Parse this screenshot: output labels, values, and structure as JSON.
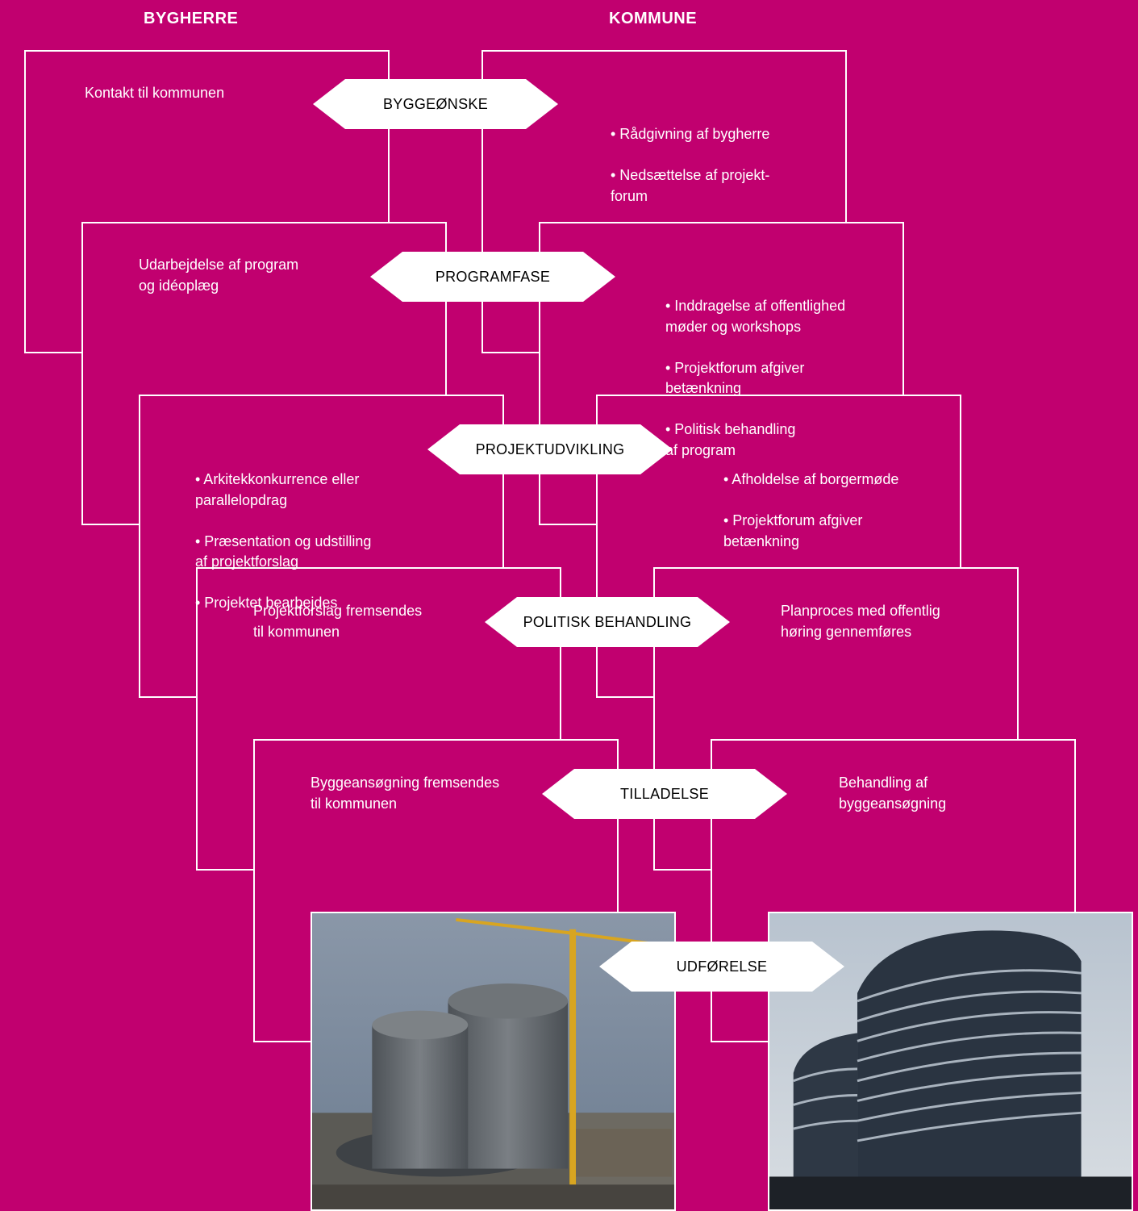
{
  "headers": {
    "left": "BYGHERRE",
    "right": "KOMMUNE"
  },
  "phases": [
    {
      "name": "BYGGEØNSKE",
      "left_text": "Kontakt til kommunen",
      "right_items": [
        "• Rådgivning af bygherre",
        "• Nedsættelse af projekt-\n  forum"
      ]
    },
    {
      "name": "PROGRAMFASE",
      "left_text": "Udarbejdelse af program\nog idéoplæg",
      "right_items": [
        "• Inddragelse af offentlighed\n  møder og workshops",
        "• Projektforum afgiver\n  betænkning",
        "• Politisk behandling\n  af program"
      ]
    },
    {
      "name": "PROJEKTUDVIKLING",
      "left_items": [
        "• Arkitekkonkurrence eller\n  parallelopdrag",
        "• Præsentation og udstilling\n  af projektforslag",
        "• Projektet bearbejdes"
      ],
      "right_items": [
        "• Afholdelse af borgermøde",
        "• Projektforum afgiver\n  betænkning"
      ]
    },
    {
      "name": "POLITISK BEHANDLING",
      "left_text": "Projektforslag fremsendes\ntil kommunen",
      "right_text": "Planproces med offentlig\nhøring gennemføres"
    },
    {
      "name": "TILLADELSE",
      "left_text": "Byggeansøgning fremsendes\ntil kommunen",
      "right_text": "Behandling af\nbyggeansøgning"
    },
    {
      "name": "UDFØRELSE"
    }
  ],
  "colors": {
    "background": "#c1006f",
    "line": "#ffffff",
    "label_bg": "#ffffff",
    "label_text": "#000000"
  },
  "images": {
    "left": "construction-site-photo",
    "right": "finished-building-photo"
  }
}
